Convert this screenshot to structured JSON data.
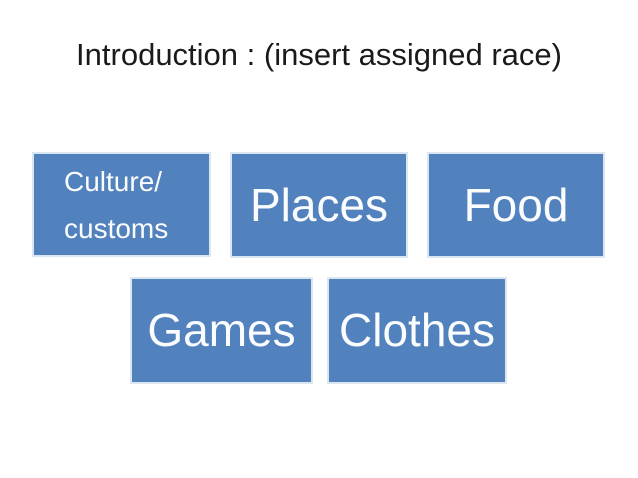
{
  "slide": {
    "title": "Introduction : (insert assigned race)",
    "boxes": {
      "culture": {
        "lines": [
          "Culture/",
          "customs"
        ]
      },
      "places": {
        "label": "Places"
      },
      "food": {
        "label": "Food"
      },
      "games": {
        "label": "Games"
      },
      "clothes": {
        "label": "Clothes"
      }
    },
    "colors": {
      "background": "#ffffff",
      "box_fill": "#5282be",
      "box_border": "#dbe6f3",
      "box_text": "#fbfcfe",
      "title_text": "#1a1a1a"
    }
  }
}
